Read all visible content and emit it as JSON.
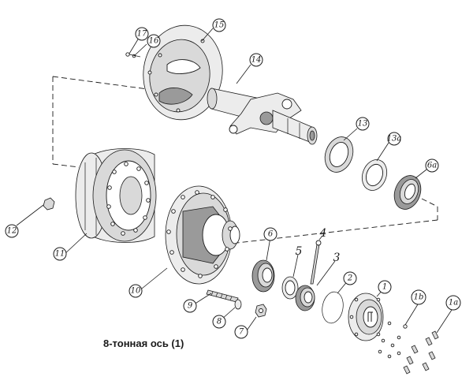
{
  "caption": "8-тонная ось (1)",
  "callouts": {
    "p1": "1",
    "p1a": "1a",
    "p1b": "1b",
    "p2": "2",
    "p3": "3",
    "p4": "4",
    "p5": "5",
    "p6": "6",
    "p6a": "6a",
    "p7": "7",
    "p8": "8",
    "p9": "9",
    "p10": "10",
    "p11": "11",
    "p12": "12",
    "p13": "13",
    "p13a": "13a",
    "p14": "14",
    "p15": "15",
    "p16": "16",
    "p17": "17"
  }
}
